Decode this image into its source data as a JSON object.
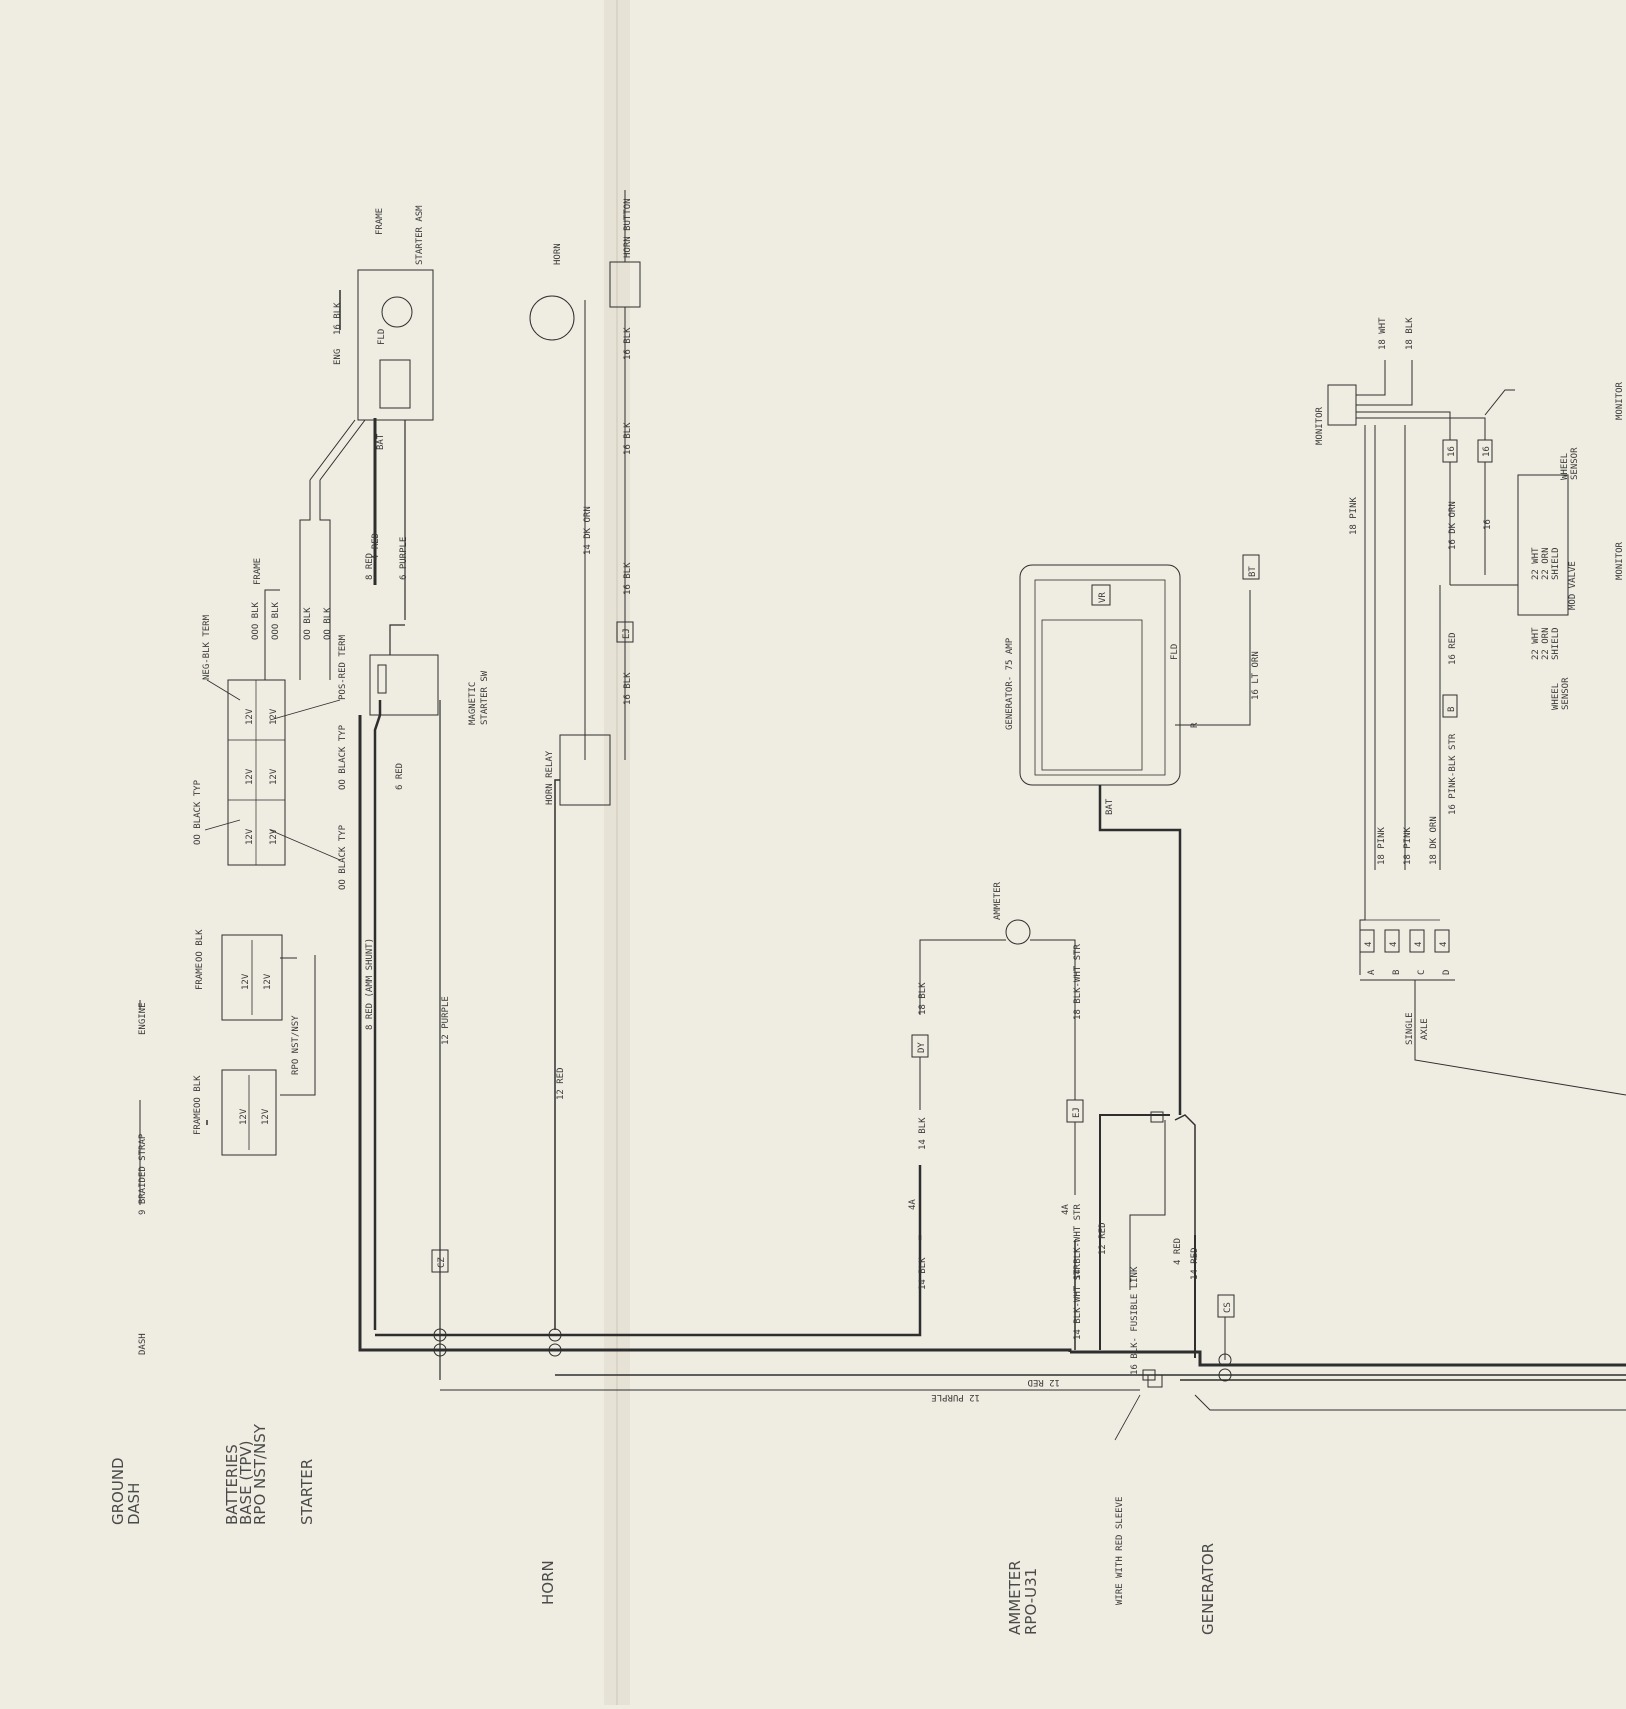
{
  "sections": [
    {
      "id": "ground",
      "lines": [
        "GROUND",
        "DASH"
      ]
    },
    {
      "id": "batteries",
      "lines": [
        "BATTERIES",
        "BASE (TPV)",
        "RPO NST/NSY"
      ]
    },
    {
      "id": "starter",
      "lines": [
        "STARTER"
      ]
    },
    {
      "id": "horn",
      "lines": [
        "HORN"
      ]
    },
    {
      "id": "ammeter",
      "lines": [
        "AMMETER",
        "RPO-U31"
      ]
    },
    {
      "id": "generator",
      "lines": [
        "GENERATOR"
      ]
    }
  ],
  "labels": {
    "dash": "DASH",
    "braided_strap": "9 BRAIDED STRAP",
    "engine": "ENGINE",
    "frame": "FRAME",
    "neg_blk_term": "NEG-BLK TERM",
    "pos_red_term": "POS-RED TERM",
    "ooo_blk": "OOO BLK",
    "oo_blk": "OO BLK",
    "oo_black_typ": "OO BLACK TYP",
    "oo_black_typ2": "OO BLACK TYP",
    "oo_blk_small": "OO BLK",
    "rpo_nst_nsy": "RPO NST/NSY",
    "v12": "12V",
    "starter_asm": "STARTER ASM",
    "eng": "ENG",
    "wire_16blk": "16 BLK",
    "fld": "FLD",
    "bat": "BAT",
    "red_4": "4 RED",
    "purple_6": "6 PURPLE",
    "red_6": "6 RED",
    "magnetic_starter_sw": [
      "MAGNETIC",
      "STARTER SW"
    ],
    "red_8_amm": "8 RED (AMM SHUNT)",
    "red_8": "8 RED",
    "purple_12": "12 PURPLE",
    "horn": "HORN",
    "horn_button": "HORN BUTTON",
    "dk_orn_14": "14 DK ORN",
    "blk_16": "16 BLK",
    "horn_relay": "HORN RELAY",
    "red_12": "12 RED",
    "ammeter": "AMMETER",
    "blk_18": "18 BLK",
    "blk_14": "14 BLK",
    "dy": "DY",
    "ej": "EJ",
    "fuse_4a": "4A",
    "blk_wht_str_14": "14 BLK-WHT STR",
    "blk_wht_str_18": "18 BLK-WHT STR",
    "fusible_link": "16 BLK- FUSIBLE LINK",
    "red_14": "14 RED",
    "cs": "CS",
    "cz": "CZ",
    "wire_with_red_sleeve": "WIRE WITH RED SLEEVE",
    "generator_75": "GENERATOR- 75 AMP",
    "vr": "VR",
    "r": "R",
    "lt_orn_16": "16 LT ORN",
    "bt": "BT",
    "monitor": "MONITOR",
    "wht_18": "18 WHT",
    "pink_18": "18 PINK",
    "dk_orn_18": "18 DK ORN",
    "pink_blk_str_16": "16 PINK-BLK STR",
    "dk_orn_16": "16 DK ORN",
    "red_16": "16 RED",
    "b": "B",
    "single_axle": [
      "SINGLE",
      "AXLE"
    ],
    "mod_valve": "MOD VALVE",
    "wheel_sensor": [
      "WHEEL",
      "SENSOR"
    ],
    "wht_22": "22 WHT",
    "orn_22": "22 ORN",
    "shield": "SHIELD",
    "conn_4": "4",
    "conn_16": "16",
    "letters": [
      "A",
      "B",
      "C",
      "D"
    ]
  }
}
